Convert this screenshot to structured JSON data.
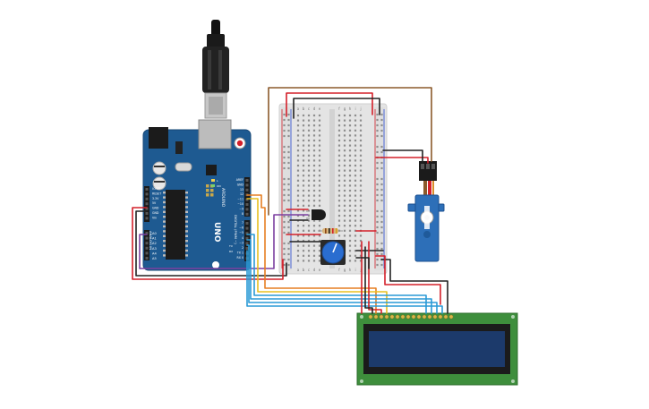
{
  "arduino": {
    "board_model": "UNO",
    "brand_text": "ARDUINO",
    "digital_label": "DIGITAL (PWM ~)",
    "analog_label": "ANALOG IN",
    "power_pins": [
      "IOREF",
      "RESET",
      "3.3V",
      "5V",
      "GND",
      "GND",
      "Vin"
    ],
    "analog_pins": [
      "A0",
      "A1",
      "A2",
      "A3",
      "A4",
      "A5"
    ],
    "top_header_labels": [
      "AREF",
      "GND",
      "13",
      "12",
      "~11",
      "~10",
      "~9",
      "8"
    ],
    "digital_pins": [
      "7",
      "~6",
      "~5",
      "4",
      "~3",
      "2",
      "TX 1",
      "RX 0"
    ],
    "tx_rx_labels": [
      "TX",
      "RX"
    ],
    "led_labels": [
      "L",
      "ON"
    ]
  },
  "breadboard": {
    "column_letters_top": [
      "a",
      "b",
      "c",
      "d",
      "e",
      "f",
      "g",
      "h",
      "i",
      "j"
    ],
    "column_letters_bottom": [
      "a",
      "b",
      "c",
      "d",
      "e",
      "f",
      "g",
      "h",
      "i",
      "j"
    ]
  },
  "colors": {
    "board_blue": "#1e5a91",
    "wire_red": "#d4202a",
    "wire_black": "#222222",
    "wire_brown": "#8b5a2b",
    "wire_purple": "#7b3fa0",
    "wire_yellow": "#e8c020",
    "wire_orange": "#e67e22",
    "wire_blue": "#2a9ad6",
    "lcd_green": "#3e8e3c",
    "lcd_screen": "#1c3a6b",
    "servo_blue": "#2d6fb8"
  }
}
